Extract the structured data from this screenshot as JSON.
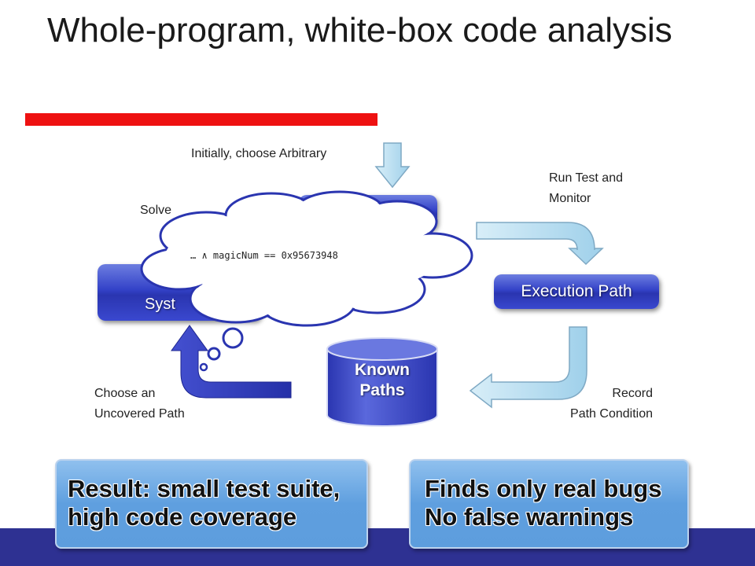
{
  "title": "Whole-program, white-box code analysis",
  "labels": {
    "initially": "Initially, choose Arbitrary",
    "solve": "Solve",
    "run_test": [
      "Run Test and",
      "Monitor"
    ],
    "record": [
      "Record",
      "Path Condition"
    ],
    "choose": [
      "Choose an",
      "Uncovered Path"
    ]
  },
  "nodes": {
    "execution_path": "Execution Path",
    "system_fragment": "Syst",
    "known_paths": [
      "Known",
      "Paths"
    ]
  },
  "cloud": "… ∧ magicNum == 0x95673948",
  "results": {
    "left": [
      "Result: small test suite,",
      "high code coverage"
    ],
    "right": [
      "Finds only real bugs",
      "No false warnings"
    ]
  },
  "colors": {
    "accent_bar": "#ee1111",
    "bottom_band": "#2e3192",
    "node_blue": "#3342c8",
    "result_blue": "#6aa7e3",
    "arrow_light": "#b5dcef",
    "arrow_dark": "#2f3ab5"
  }
}
